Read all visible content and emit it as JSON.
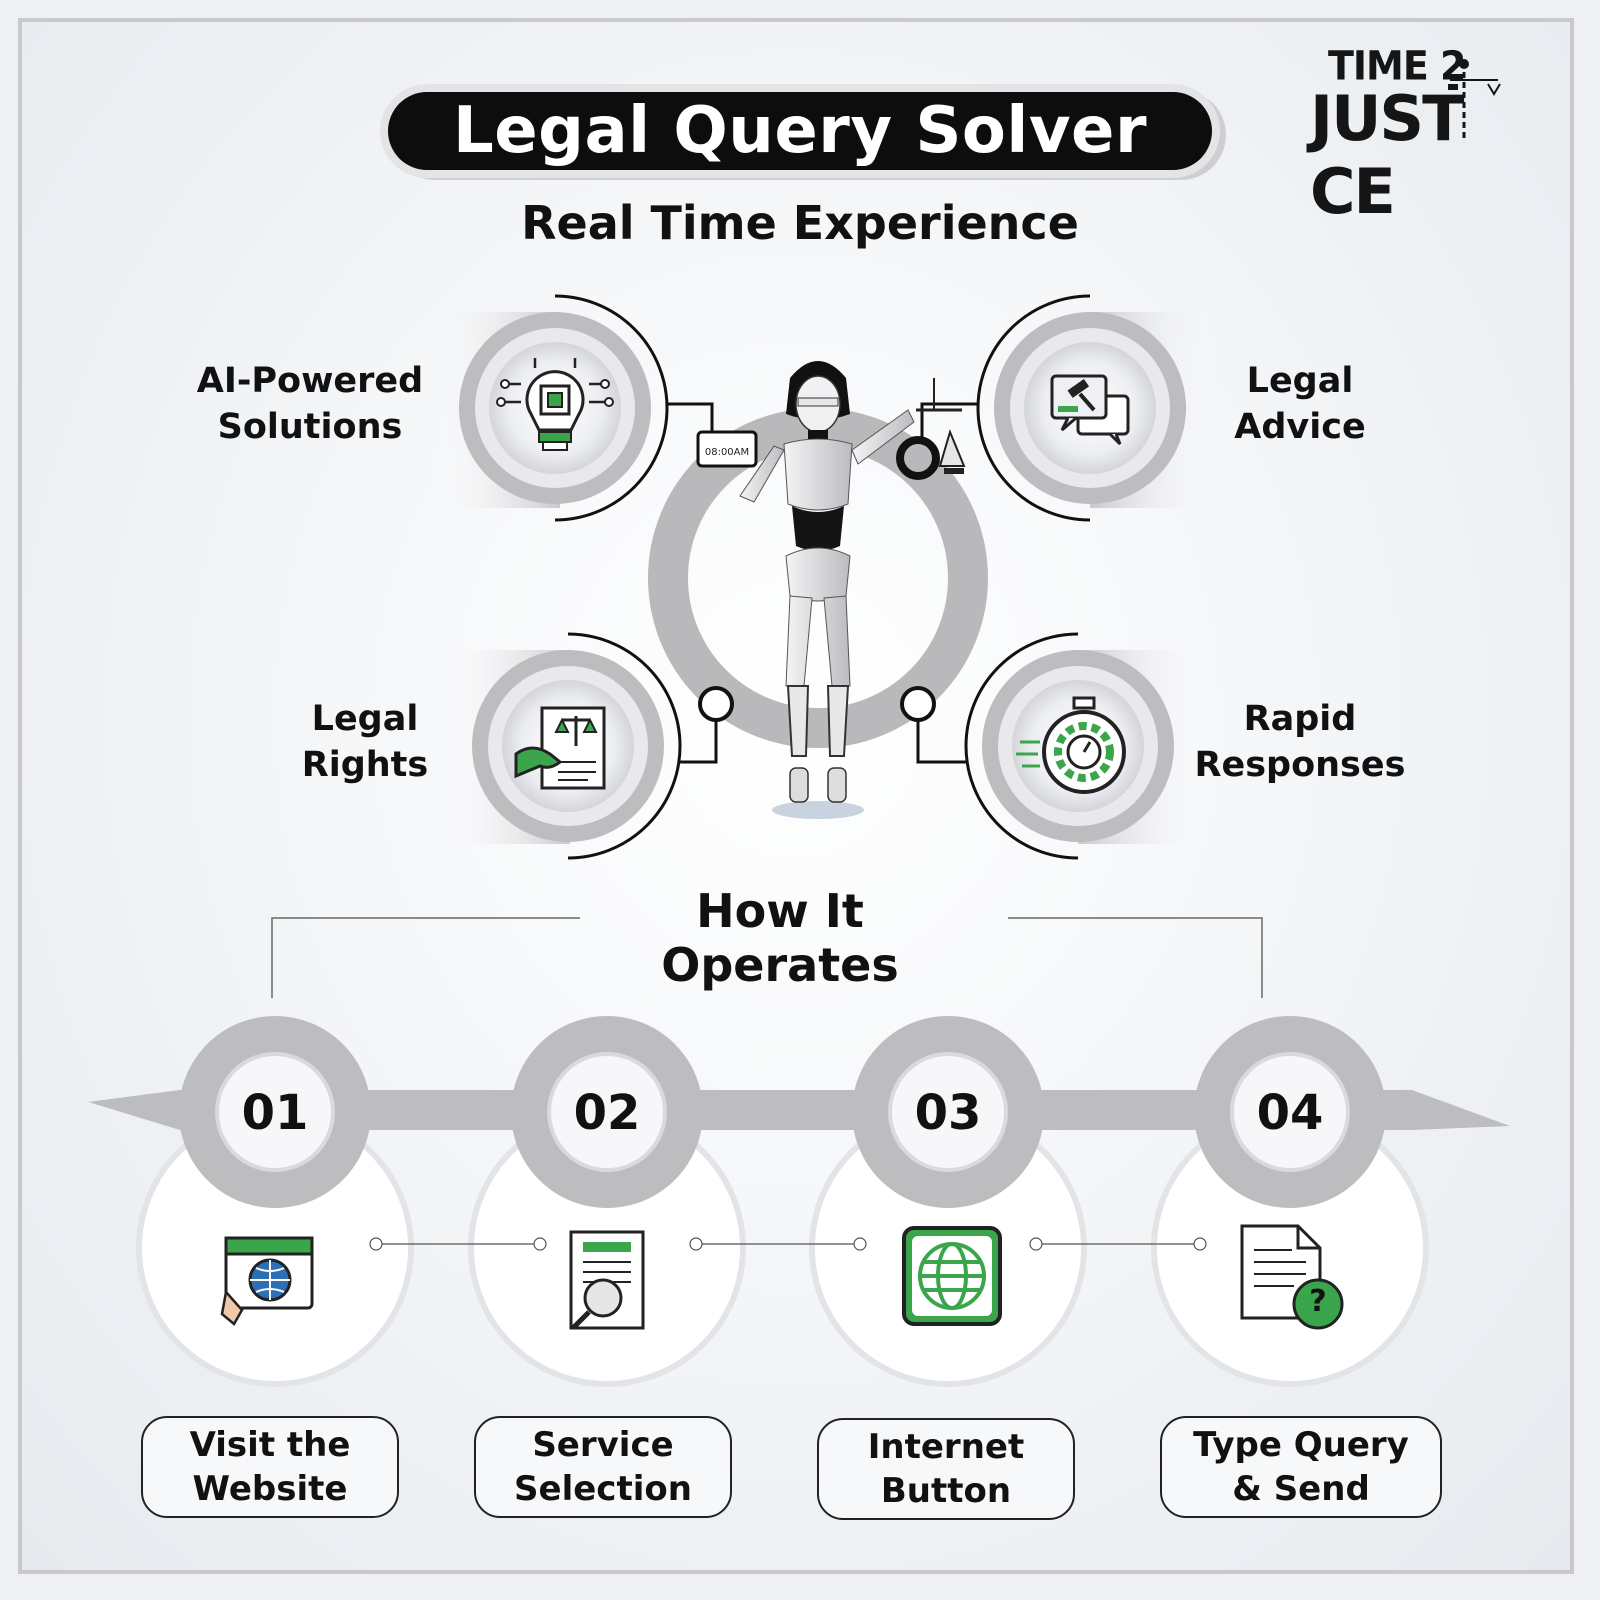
{
  "title": "Legal Query Solver",
  "subtitle": "Real Time Experience",
  "logo": {
    "line1": "TIME 2",
    "line2": "JUST  CE"
  },
  "features": [
    {
      "line1": "AI-Powered",
      "line2": "Solutions",
      "icon": "ai-bulb-icon"
    },
    {
      "line1": "Legal",
      "line2": "Advice",
      "icon": "gavel-chat-icon"
    },
    {
      "line1": "Legal",
      "line2": "Rights",
      "icon": "scales-document-icon"
    },
    {
      "line1": "Rapid",
      "line2": "Responses",
      "icon": "stopwatch-gear-icon"
    }
  ],
  "tablet_time": "08:00AM",
  "how_title": "How It Operates",
  "steps": [
    {
      "number": "01",
      "line1": "Visit the",
      "line2": "Website",
      "icon": "browser-globe-icon"
    },
    {
      "number": "02",
      "line1": "Service",
      "line2": "Selection",
      "icon": "document-search-icon"
    },
    {
      "number": "03",
      "line1": "Internet",
      "line2": "Button",
      "icon": "globe-button-icon"
    },
    {
      "number": "04",
      "line1": "Type Query",
      "line2": "& Send",
      "icon": "document-question-icon"
    }
  ],
  "colors": {
    "accent_green": "#3aa54a",
    "dark": "#0d0d0d",
    "ring_grey": "#b9b9bc"
  }
}
